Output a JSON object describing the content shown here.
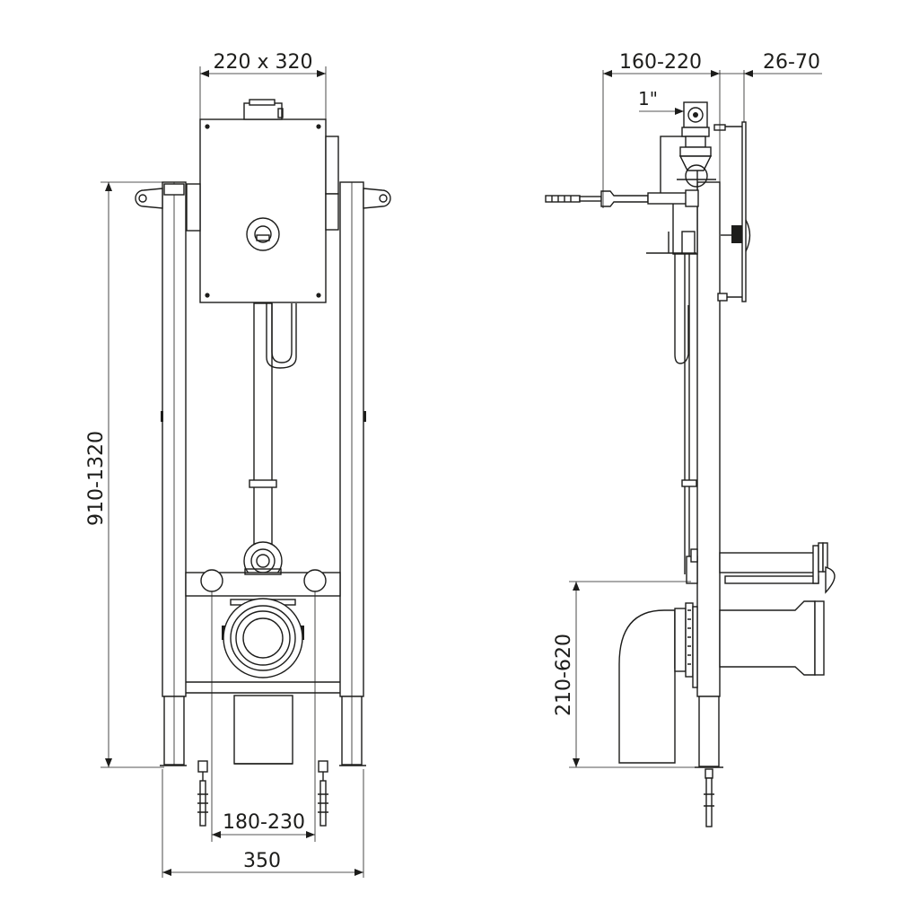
{
  "front_view": {
    "dim_box": "220 x 320",
    "dim_height": "910-1320",
    "dim_fixing": "180-230",
    "dim_width": "350"
  },
  "side_view": {
    "dim_depth": "160-220",
    "dim_wall": "26-70",
    "dim_connection": "1\"",
    "dim_outlet_height": "210-620"
  },
  "colors": {
    "line": "#1d1d1b",
    "background": "#ffffff"
  }
}
